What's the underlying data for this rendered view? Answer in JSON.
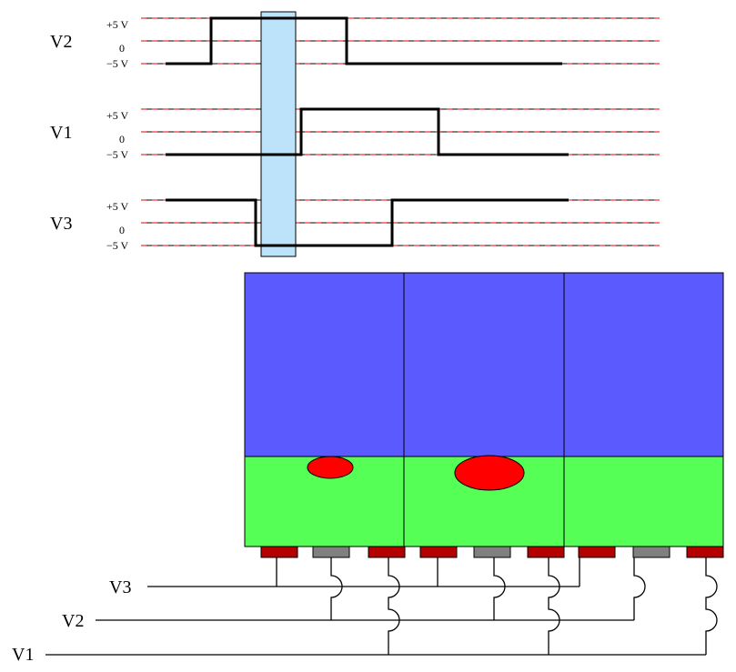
{
  "timing": {
    "channels": [
      {
        "name": "V2",
        "plus": "+5 V",
        "zero": "0",
        "minus": "−5 V"
      },
      {
        "name": "V1",
        "plus": "+5 V",
        "zero": "0",
        "minus": "−5 V"
      },
      {
        "name": "V3",
        "plus": "+5 V",
        "zero": "0",
        "minus": "−5 V"
      }
    ]
  },
  "wiring": {
    "labels": [
      "V3",
      "V2",
      "V1"
    ]
  },
  "colors": {
    "upper_layer": "#5a5aff",
    "lower_layer": "#55ff55",
    "charge": "#ff0000",
    "electrode_active": "#b40000",
    "electrode_gray": "#808080",
    "highlight": "#bde3fb"
  }
}
